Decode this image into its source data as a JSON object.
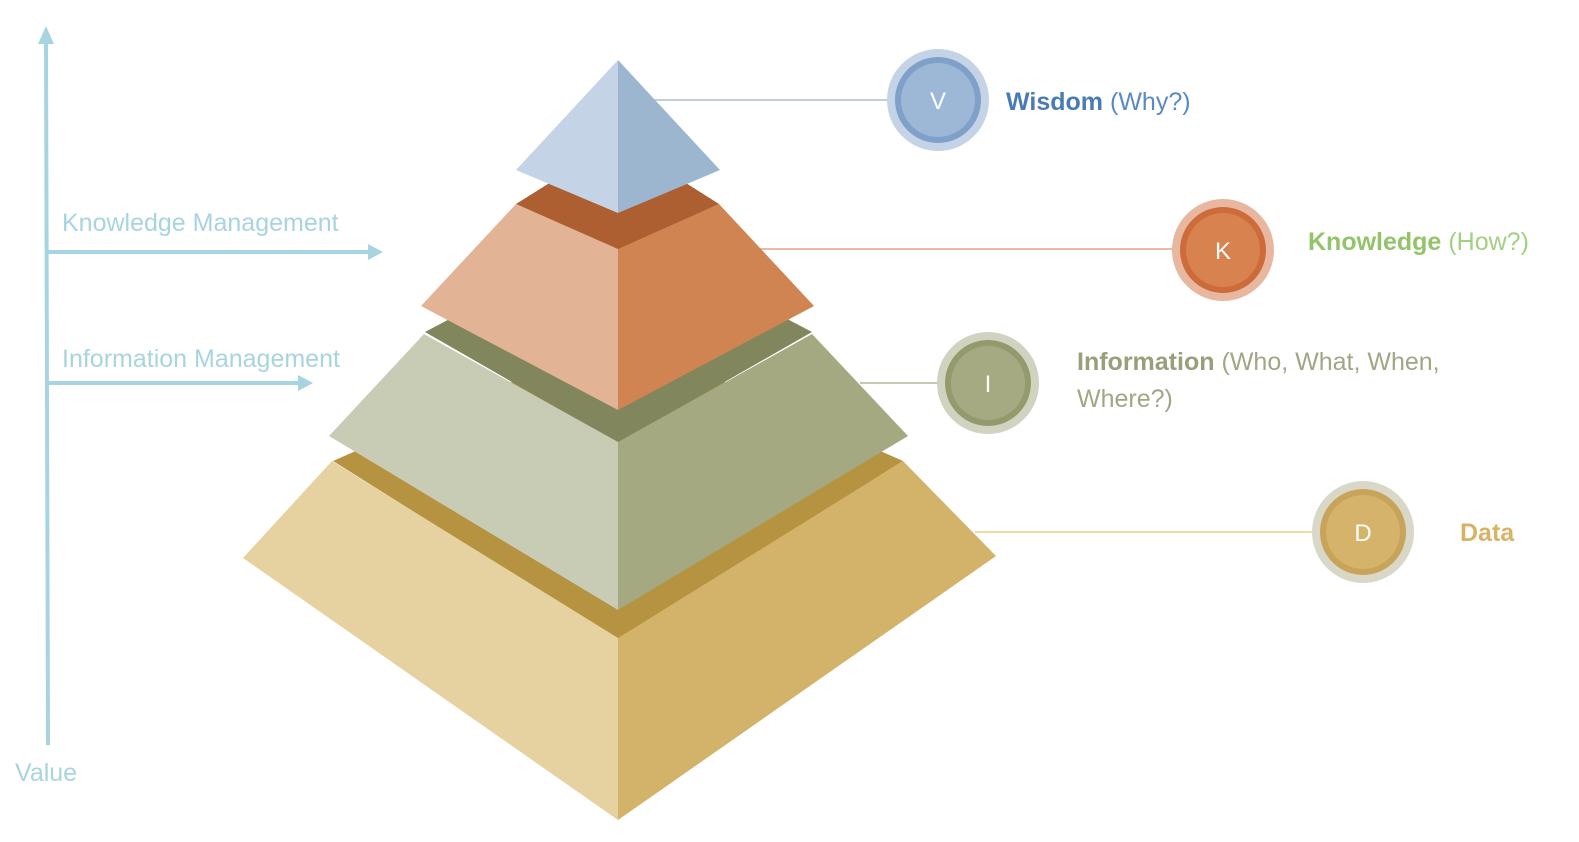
{
  "axis": {
    "value_label": "Value",
    "knowledge_management_label": "Knowledge Management",
    "information_management_label": "Information Management",
    "color": "#a8d4e0"
  },
  "levels": {
    "wisdom": {
      "letter": "V",
      "title": "Wisdom",
      "question": "(Why?)",
      "title_color": "#4a7bb5",
      "question_color": "#5b8ac2",
      "badge_color": "#7fa0c9",
      "badge_ring_color": "#c4d3e6"
    },
    "knowledge": {
      "letter": "K",
      "title": "Knowledge",
      "question": "(How?)",
      "title_color": "#92c46a",
      "question_color": "#a4cf80",
      "badge_color": "#cd6b3a",
      "badge_ring_color": "#e7b79f"
    },
    "information": {
      "letter": "I",
      "title": "Information",
      "question_line1": "(Who, What, When,",
      "question_line2": "Where?)",
      "title_color": "#9a9e7a",
      "question_color": "#a3a685",
      "badge_color": "#949a6c",
      "badge_ring_color": "#d0d3bf"
    },
    "data": {
      "letter": "D",
      "title": "Data",
      "title_color": "#d8b366",
      "badge_color": "#c8a45a",
      "badge_ring_color": "#d9d8c8"
    }
  }
}
